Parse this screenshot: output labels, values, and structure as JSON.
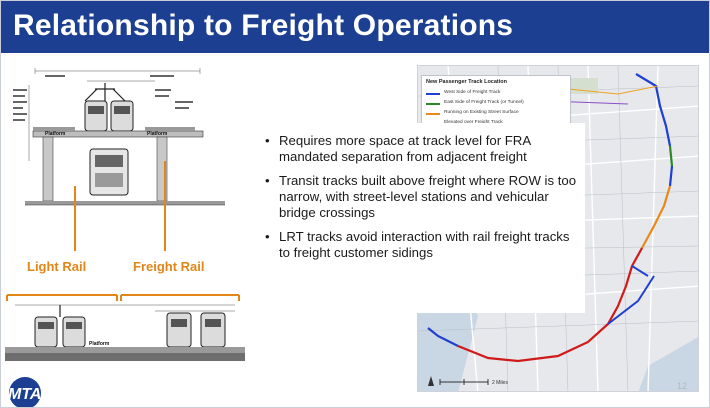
{
  "slide": {
    "title": "Relationship to Freight Operations",
    "page_number": "12"
  },
  "drawing": {
    "platform_labels": [
      "Platform",
      "Platform",
      "Platform"
    ],
    "light_rail_label": "Light Rail",
    "freight_rail_label": "Freight Rail"
  },
  "bullets": [
    "Requires more space at track level for FRA mandated separation from adjacent freight",
    "Transit tracks built above freight where ROW is too narrow, with street-level stations and vehicular bridge crossings",
    "LRT tracks avoid interaction with rail freight tracks to freight customer sidings"
  ],
  "map": {
    "legend_title": "New Passenger Track Location",
    "legend_items": [
      {
        "label": "West Side of Freight Track",
        "color": "#1f3fd1"
      },
      {
        "label": "East Side of Freight Track (or Tunnel)",
        "color": "#2a8a2a"
      },
      {
        "label": "Running on Existing Street Surface",
        "color": "#e88a1a"
      },
      {
        "label": "Elevated over Freight Track",
        "color": "#d01a1a"
      }
    ],
    "scale_label": "2 Miles"
  },
  "logo": {
    "text": "MTA",
    "color": "#1c3f91"
  }
}
